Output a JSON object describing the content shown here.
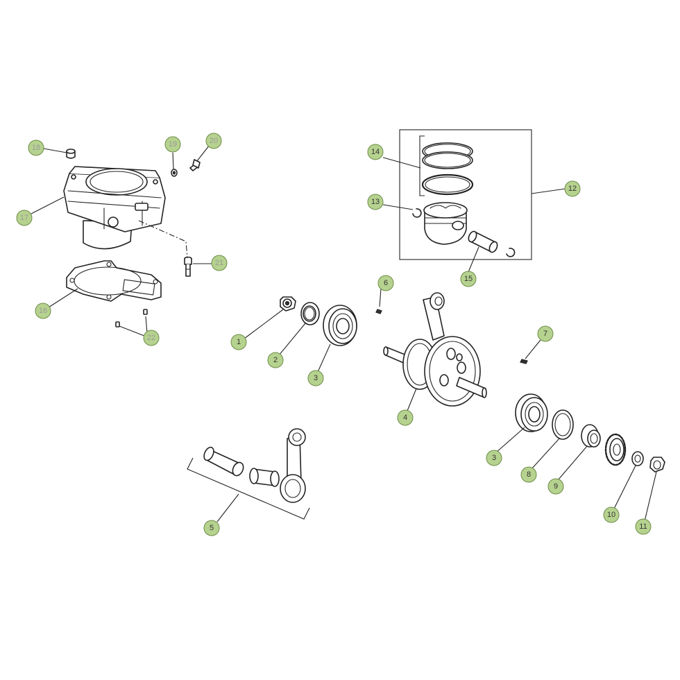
{
  "callouts": {
    "c1": "1",
    "c2": "2",
    "c3a": "3",
    "c3b": "3",
    "c4": "4",
    "c5": "5",
    "c6": "6",
    "c7": "7",
    "c8": "8",
    "c9": "9",
    "c10": "10",
    "c11": "11",
    "c12": "12",
    "c13": "13",
    "c14": "14",
    "c15": "15",
    "c16": "16",
    "c17": "17",
    "c18": "18",
    "c19": "19",
    "c20": "20",
    "c21": "21",
    "c22": "22"
  },
  "colors": {
    "callout_fill": "#b6d28f",
    "callout_stroke": "#6c8c48",
    "line": "#222222"
  }
}
